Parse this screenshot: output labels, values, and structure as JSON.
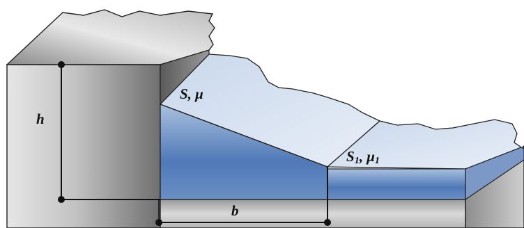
{
  "labels": {
    "height": "h",
    "width": "b",
    "upper_surface": "S, μ",
    "lower_surface_main": "S",
    "lower_surface_main_sub": "1",
    "lower_surface_sep": ", μ",
    "lower_surface_sub": "1"
  },
  "colors": {
    "wall_front": "#b8b8b8",
    "wall_top": "#cfcfcf",
    "slab_top": "#d7e3f1",
    "slab_front": "#5f86bf",
    "base_front": "#c0c0c0",
    "outline": "#222222"
  }
}
